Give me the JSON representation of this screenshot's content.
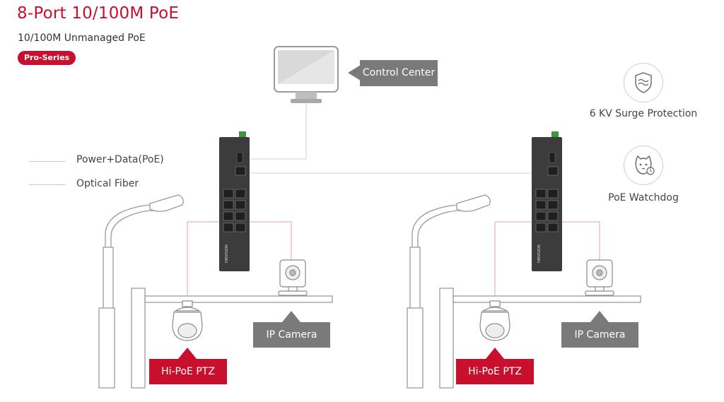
{
  "header": {
    "title": "8-Port 10/100M PoE",
    "subtitle": "10/100M Unmanaged PoE",
    "badge": "Pro-Series"
  },
  "legend": {
    "items": [
      {
        "label": "Power+Data(PoE)"
      },
      {
        "label": "Optical  Fiber"
      }
    ]
  },
  "diagram": {
    "control_center_label": "Control Center",
    "left_site": {
      "camera_label": "IP Camera",
      "ptz_label": "Hi-PoE PTZ"
    },
    "right_site": {
      "camera_label": "IP Camera",
      "ptz_label": "Hi-PoE PTZ"
    },
    "switch_brand_text": "HIKVISION"
  },
  "features": [
    {
      "label": "6 KV Surge Protection",
      "icon": "shield-surge-icon"
    },
    {
      "label": "PoE Watchdog",
      "icon": "watchdog-icon"
    }
  ],
  "colors": {
    "accent_red": "#c8102e",
    "label_gray": "#7a7a7a",
    "poe_line": "#e8a3a3",
    "fiber_line": "#c9c9c9"
  }
}
